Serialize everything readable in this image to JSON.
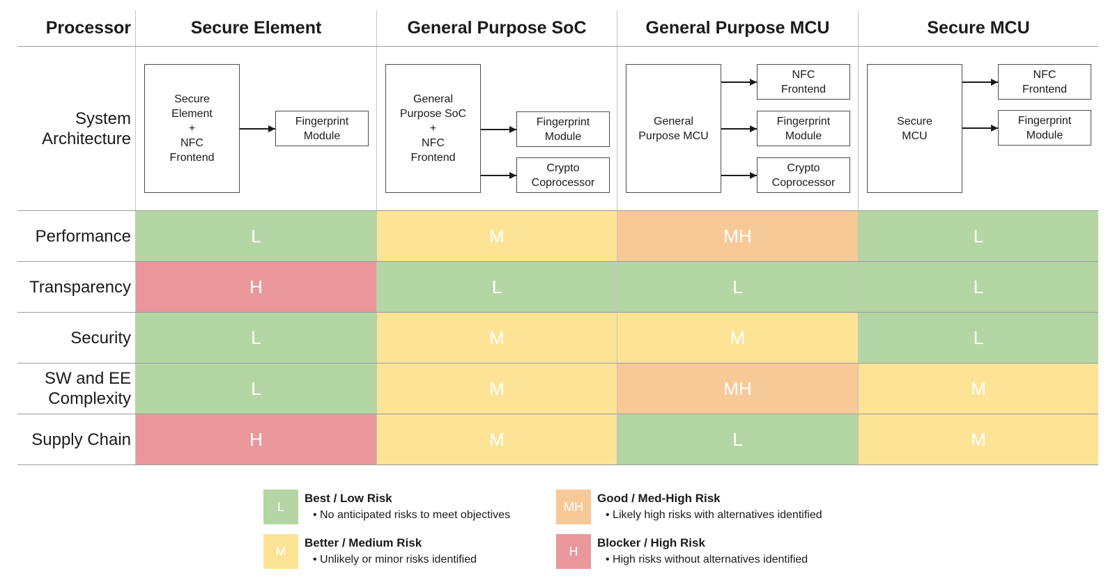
{
  "table": {
    "header": {
      "label": "Processor",
      "columns": [
        "Secure Element",
        "General Purpose SoC",
        "General Purpose MCU",
        "Secure MCU"
      ]
    },
    "arch_row": {
      "label": "System\nArchitecture",
      "diagrams": [
        {
          "main": "Secure\nElement\n+\nNFC\nFrontend",
          "targets": [
            "Fingerprint\nModule"
          ]
        },
        {
          "main": "General\nPurpose SoC\n+\nNFC\nFrontend",
          "targets": [
            "Fingerprint\nModule",
            "Crypto\nCoprocessor"
          ]
        },
        {
          "main": "General\nPurpose MCU",
          "targets": [
            "NFC\nFrontend",
            "Fingerprint\nModule",
            "Crypto\nCoprocessor"
          ]
        },
        {
          "main": "Secure\nMCU",
          "targets": [
            "NFC\nFrontend",
            "Fingerprint\nModule"
          ]
        }
      ]
    },
    "rows": [
      {
        "label": "Performance",
        "cells": [
          {
            "rating": "L",
            "color": "#b4d6a4"
          },
          {
            "rating": "M",
            "color": "#fde396"
          },
          {
            "rating": "MH",
            "color": "#f7c997"
          },
          {
            "rating": "L",
            "color": "#b4d6a4"
          }
        ]
      },
      {
        "label": "Transparency",
        "cells": [
          {
            "rating": "H",
            "color": "#e9979b"
          },
          {
            "rating": "L",
            "color": "#b4d6a4"
          },
          {
            "rating": "L",
            "color": "#b4d6a4"
          },
          {
            "rating": "L",
            "color": "#b4d6a4"
          }
        ]
      },
      {
        "label": "Security",
        "cells": [
          {
            "rating": "L",
            "color": "#b4d6a4"
          },
          {
            "rating": "M",
            "color": "#fde396"
          },
          {
            "rating": "M",
            "color": "#fde396"
          },
          {
            "rating": "L",
            "color": "#b4d6a4"
          }
        ]
      },
      {
        "label": "SW and EE\nComplexity",
        "cells": [
          {
            "rating": "L",
            "color": "#b4d6a4"
          },
          {
            "rating": "M",
            "color": "#fde396"
          },
          {
            "rating": "MH",
            "color": "#f7c997"
          },
          {
            "rating": "M",
            "color": "#fde396"
          }
        ]
      },
      {
        "label": "Supply Chain",
        "cells": [
          {
            "rating": "H",
            "color": "#e9979b"
          },
          {
            "rating": "M",
            "color": "#fde396"
          },
          {
            "rating": "L",
            "color": "#b4d6a4"
          },
          {
            "rating": "M",
            "color": "#fde396"
          }
        ]
      }
    ]
  },
  "legend": {
    "items": [
      {
        "code": "L",
        "color": "#b4d6a4",
        "title": "Best / Low Risk",
        "desc": "• No anticipated risks to meet objectives"
      },
      {
        "code": "MH",
        "color": "#f7c997",
        "title": "Good / Med-High Risk",
        "desc": "• Likely high risks with alternatives identified"
      },
      {
        "code": "M",
        "color": "#fde396",
        "title": "Better / Medium Risk",
        "desc": "• Unlikely or minor risks identified"
      },
      {
        "code": "H",
        "color": "#e9979b",
        "title": "Blocker / High Risk",
        "desc": "• High risks without alternatives identified"
      }
    ]
  }
}
